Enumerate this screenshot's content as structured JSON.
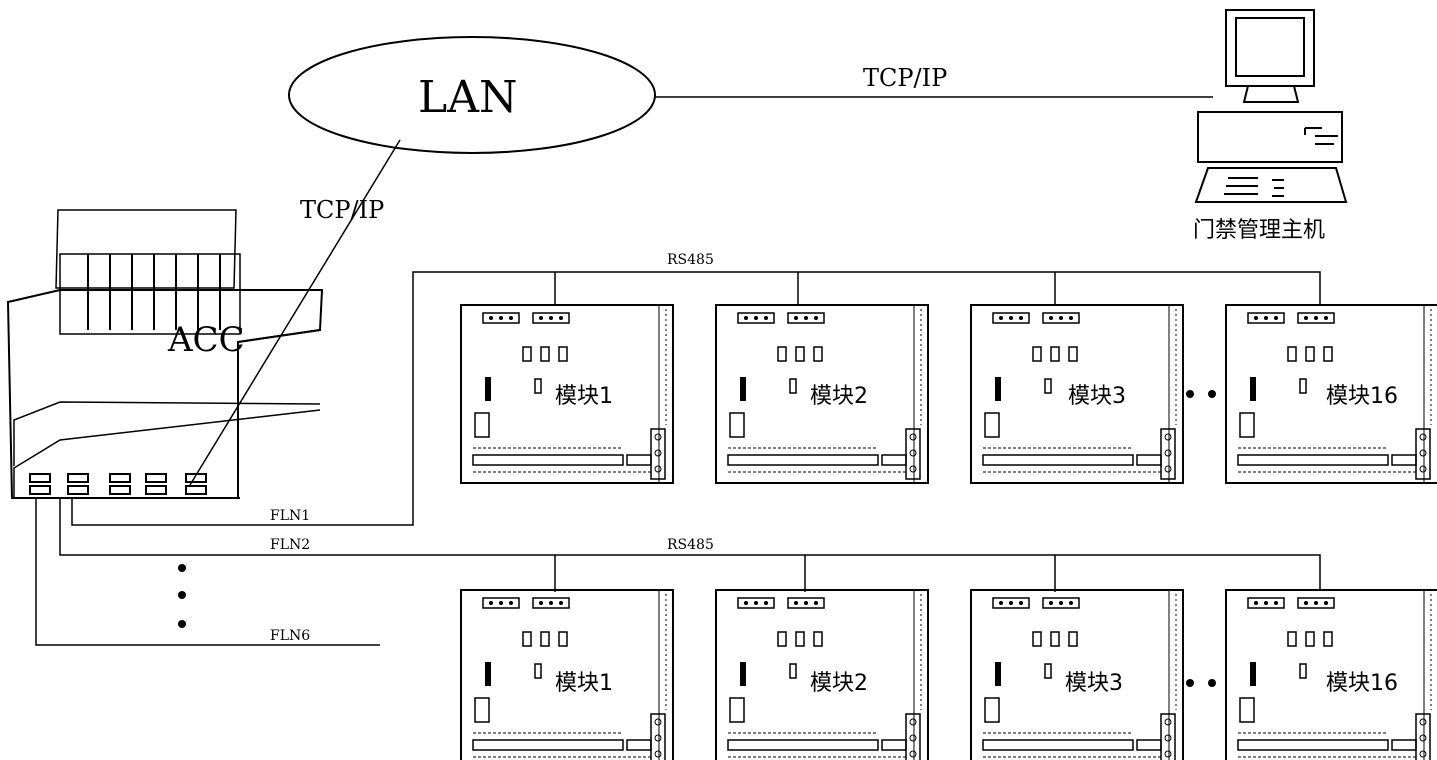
{
  "network": {
    "lan_label": "LAN",
    "tcpip_top": "TCP/IP",
    "tcpip_left": "TCP/IP",
    "acc_label": "ACC",
    "host_label": "门禁管理主机",
    "rs485_top": "RS485",
    "rs485_bottom": "RS485",
    "fln1": "FLN1",
    "fln2": "FLN2",
    "fln6": "FLN6"
  },
  "modules": {
    "row1": [
      "模块1",
      "模块2",
      "模块3",
      "模块16"
    ],
    "row2": [
      "模块1",
      "模块2",
      "模块3",
      "模块16"
    ]
  }
}
